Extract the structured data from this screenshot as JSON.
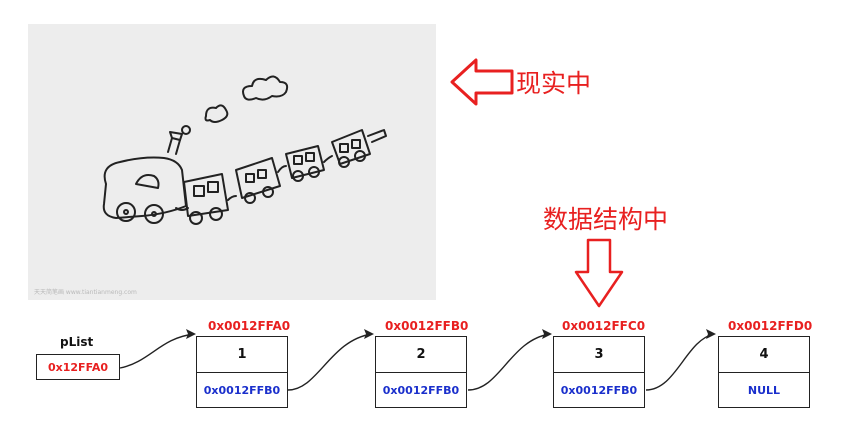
{
  "photo": {
    "watermark": "天天简笔画 www.tiantianmeng.com"
  },
  "labels": {
    "reality": "现实中",
    "data_structure": "数据结构中"
  },
  "pointer": {
    "name": "pList",
    "value": "0x12FFA0"
  },
  "nodes": [
    {
      "address": "0x0012FFA0",
      "value": "1",
      "next": "0x0012FFB0"
    },
    {
      "address": "0x0012FFB0",
      "value": "2",
      "next": "0x0012FFB0"
    },
    {
      "address": "0x0012FFC0",
      "value": "3",
      "next": "0x0012FFB0"
    },
    {
      "address": "0x0012FFD0",
      "value": "4",
      "next": "NULL"
    }
  ],
  "colors": {
    "red": "#e82020",
    "blue": "#1a2fcc",
    "line": "#222222"
  }
}
